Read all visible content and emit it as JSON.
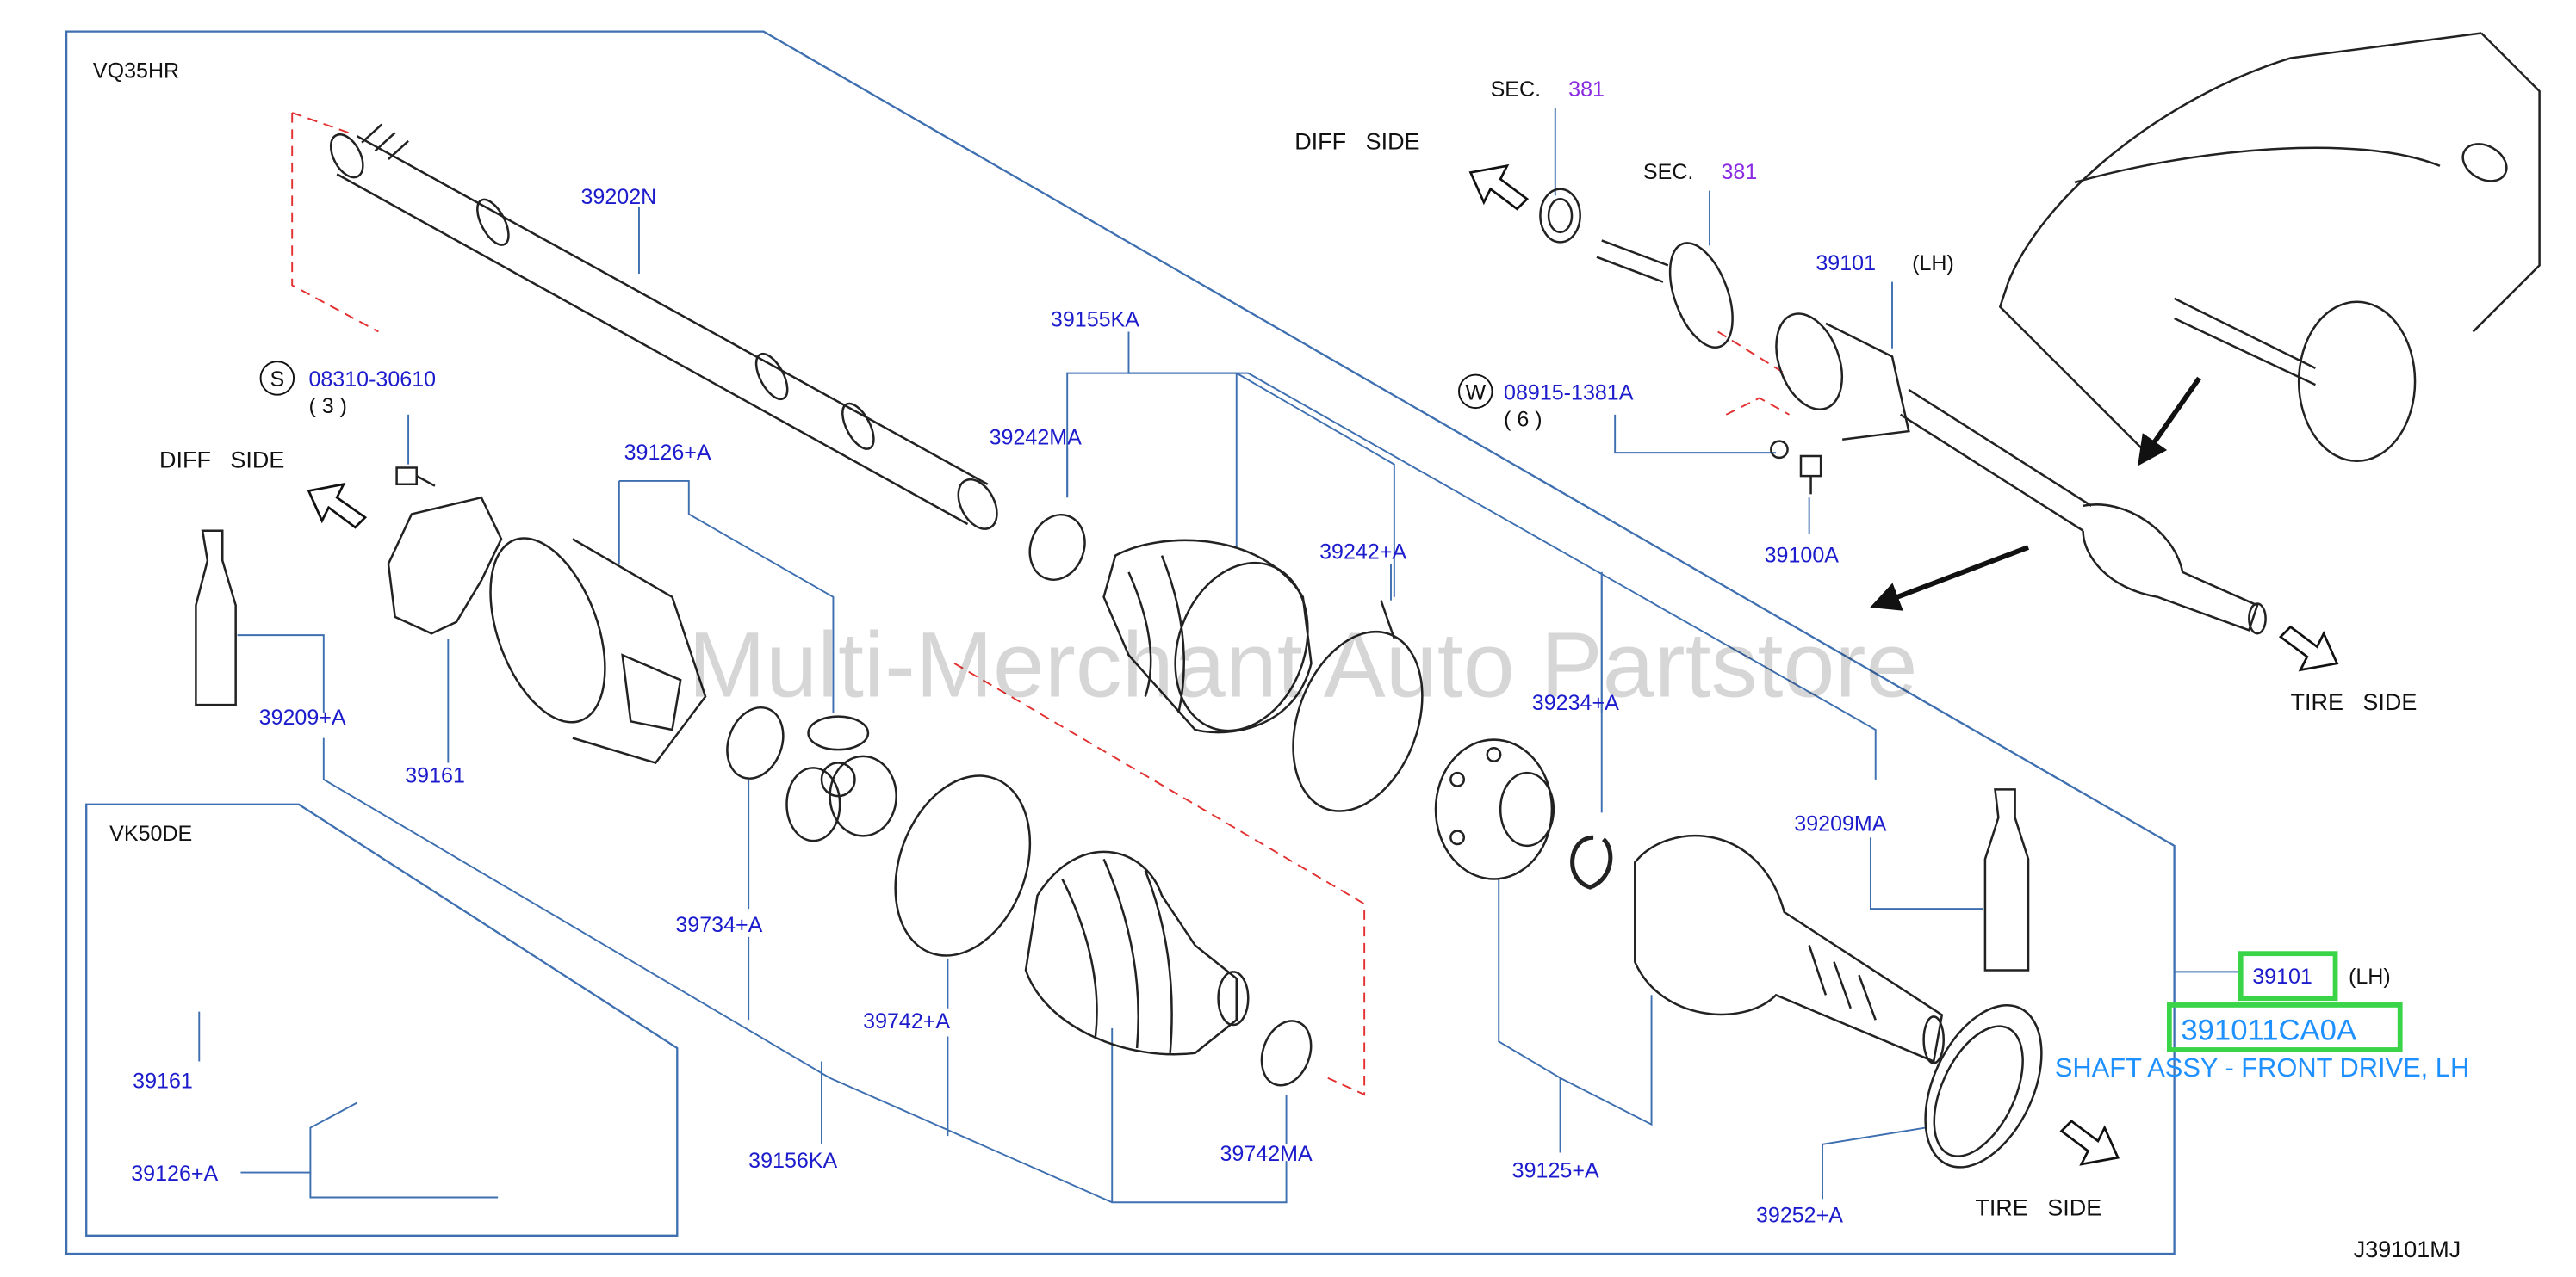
{
  "engine_labels": {
    "vq": "VQ35HR",
    "vk": "VK50DE"
  },
  "side_labels": {
    "diff_side_left": "DIFF   SIDE",
    "diff_side_top": "DIFF   SIDE",
    "tire_side_right": "TIRE   SIDE",
    "tire_side_bottom": "TIRE   SIDE"
  },
  "section_refs": [
    {
      "prefix": "SEC.",
      "number": "381"
    },
    {
      "prefix": "SEC.",
      "number": "381"
    }
  ],
  "fastener_refs": {
    "screw": {
      "badge": "S",
      "number": "08310-30610",
      "qty": "( 3 )"
    },
    "washer": {
      "badge": "W",
      "number": "08915-1381A",
      "qty": "( 6 )"
    }
  },
  "part_labels": {
    "p39202N": "39202N",
    "p39155KA": "39155KA",
    "p39242MA": "39242MA",
    "p39126A_top": "39126+A",
    "p39242A": "39242+A",
    "p39209A": "39209+A",
    "p39161_top": "39161",
    "p39234A": "39234+A",
    "p39209MA": "39209MA",
    "p39734A": "39734+A",
    "p39742A": "39742+A",
    "p39156KA": "39156KA",
    "p39742MA": "39742MA",
    "p39125A": "39125+A",
    "p39252A": "39252+A",
    "p39101_top": "39101",
    "p39101_top_side": "(LH)",
    "p39100A": "39100A",
    "p39161_vk": "39161",
    "p39126A_vk": "39126+A"
  },
  "highlight": {
    "part_no": "39101",
    "side": "(LH)",
    "catalog_no": "391011CA0A",
    "description": "SHAFT ASSY - FRONT DRIVE, LH"
  },
  "watermark": "Multi-Merchant Auto Partstore",
  "diagram_id": "J39101MJ",
  "colors": {
    "callout": "#1c1ccc",
    "leader": "#3e6fb0",
    "section": "#8a2be2",
    "highlight_border": "#39d447",
    "highlight_text": "#1e90ff",
    "dashed": "#e33030",
    "ink": "#111111"
  }
}
